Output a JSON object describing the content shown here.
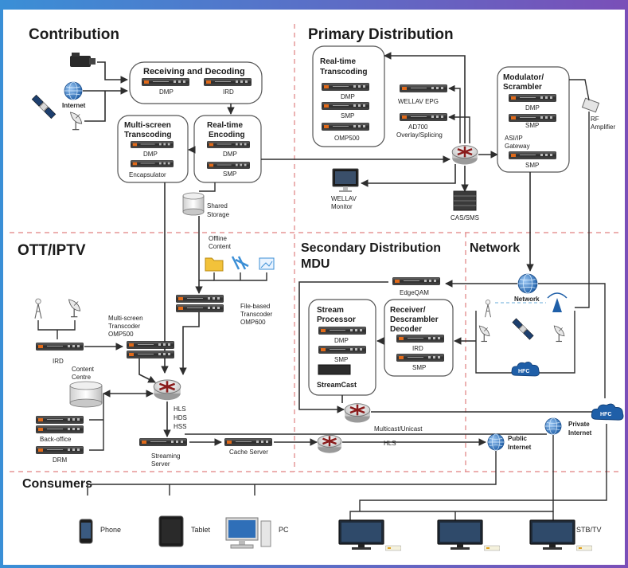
{
  "sections": {
    "contribution": "Contribution",
    "primary": "Primary Distribution",
    "ott": "OTT/IPTV",
    "secondary1": "Secondary Distribution",
    "secondary2": "MDU",
    "network": "Network",
    "consumers": "Consumers"
  },
  "contribution": {
    "internet": "Internet",
    "recv_title": "Receiving and Decoding",
    "recv_dmp": "DMP",
    "recv_ird": "IRD",
    "ms_title1": "Multi-screen",
    "ms_title2": "Transcoding",
    "ms_dmp": "DMP",
    "ms_enc": "Encapsulator",
    "rte_title1": "Real-time",
    "rte_title2": "Encoding",
    "rte_dmp": "DMP",
    "rte_smp": "SMP",
    "storage1": "Shared",
    "storage2": "Storage"
  },
  "primary": {
    "rtt_title1": "Real-time",
    "rtt_title2": "Transcoding",
    "rtt_dmp": "DMP",
    "rtt_smp": "SMP",
    "rtt_omp": "OMP500",
    "epg": "WELLAV EPG",
    "ad1": "AD700",
    "ad2": "Overlay/Splicing",
    "monitor1": "WELLAV",
    "monitor2": "Monitor",
    "cas": "CAS/SMS",
    "mod_title1": "Modulator/",
    "mod_title2": "Scrambler",
    "mod_dmp": "DMP",
    "mod_smp": "SMP",
    "asi1": "ASI/IP",
    "asi2": "Gateway",
    "mod_smp2": "SMP",
    "rf1": "RF",
    "rf2": "Amplifier"
  },
  "ott": {
    "offline1": "Offline",
    "offline2": "Content",
    "fbt1": "File-based",
    "fbt2": "Transcoder",
    "fbt3": "OMP600",
    "ms1": "Multi-screen",
    "ms2": "Transcoder",
    "ms3": "OMP500",
    "ird": "IRD",
    "cc1": "Content",
    "cc2": "Centre",
    "hls": "HLS",
    "hds": "HDS",
    "hss": "HSS",
    "backoffice": "Back-office",
    "drm": "DRM",
    "ss1": "Streaming",
    "ss2": "Server",
    "cache": "Cache Server"
  },
  "secondary": {
    "edgeqam": "EdgeQAM",
    "sp1": "Stream",
    "sp2": "Processor",
    "sp_dmp": "DMP",
    "sp_smp": "SMP",
    "streamcast": "StreamCast",
    "rd1": "Receiver/",
    "rd2": "Descrambler",
    "rd3": "Decoder",
    "rd_ird": "IRD",
    "rd_smp": "SMP",
    "multicast": "Multicast/Unicast",
    "hls": "HLS"
  },
  "network": {
    "network_label": "Network",
    "hfc": "HFC",
    "hfc2": "HFC",
    "private1": "Private",
    "private2": "Internet",
    "public1": "Public",
    "public2": "Internet"
  },
  "consumers": {
    "phone": "Phone",
    "tablet": "Tablet",
    "pc": "PC",
    "stbtv": "STB/TV"
  },
  "colors": {
    "frame_gradient_start": "#3a8fd6",
    "frame_gradient_end": "#7a4fb8",
    "divider": "#e08080",
    "rack_led": "#e06a1a",
    "globe": "#2f6fb8",
    "router": "#8a1c1c"
  }
}
